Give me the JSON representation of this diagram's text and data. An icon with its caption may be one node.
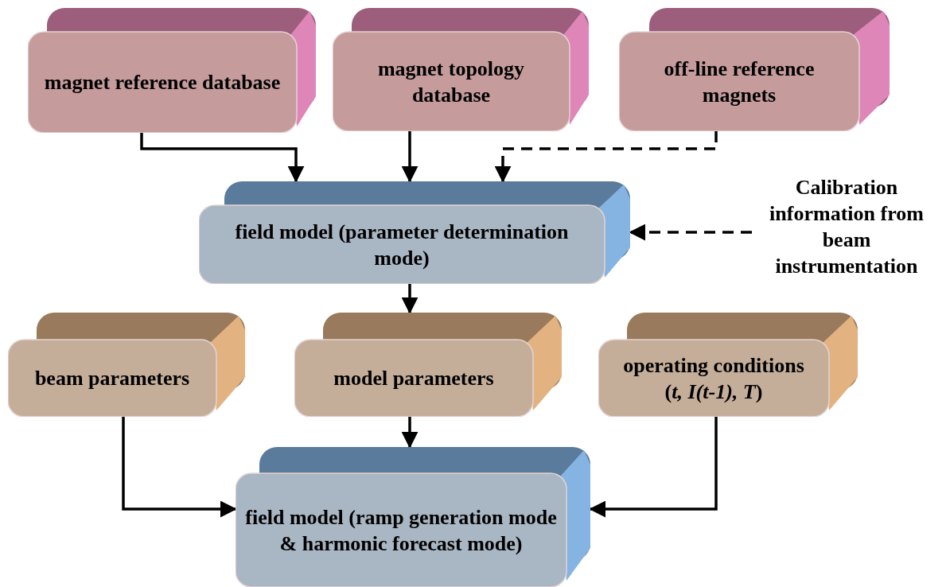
{
  "diagram": {
    "nodes": [
      {
        "text": [
          "magnet reference database"
        ]
      },
      {
        "text": [
          "magnet topology database"
        ]
      },
      {
        "text": [
          "off-line reference magnets"
        ]
      },
      {
        "text": [
          "field model (parameter determination mode)"
        ]
      },
      {
        "text": [
          "Calibration information from beam instrumentation"
        ]
      },
      {
        "text": [
          "beam parameters"
        ]
      },
      {
        "text": [
          "model parameters"
        ]
      },
      {
        "text": [
          "operating conditions",
          "(*t, I(t-1), T*)"
        ]
      },
      {
        "text": [
          "field model (ramp generation mode & harmonic forecast mode)"
        ]
      }
    ],
    "edges": [
      {
        "from": 0,
        "to": 3,
        "arrow": "to"
      },
      {
        "from": 1,
        "to": 3,
        "arrow": "to"
      },
      {
        "from": 2,
        "to": 3,
        "arrow": "to",
        "style": "dashed"
      },
      {
        "from": 4,
        "to": 3,
        "arrow": "to",
        "style": "dashed"
      },
      {
        "from": 3,
        "to": 6,
        "arrow": "to"
      },
      {
        "from": 5,
        "to": 8,
        "arrow": "to"
      },
      {
        "from": 6,
        "to": 8,
        "arrow": "to"
      },
      {
        "from": 7,
        "to": 8,
        "arrow": "to"
      }
    ]
  }
}
